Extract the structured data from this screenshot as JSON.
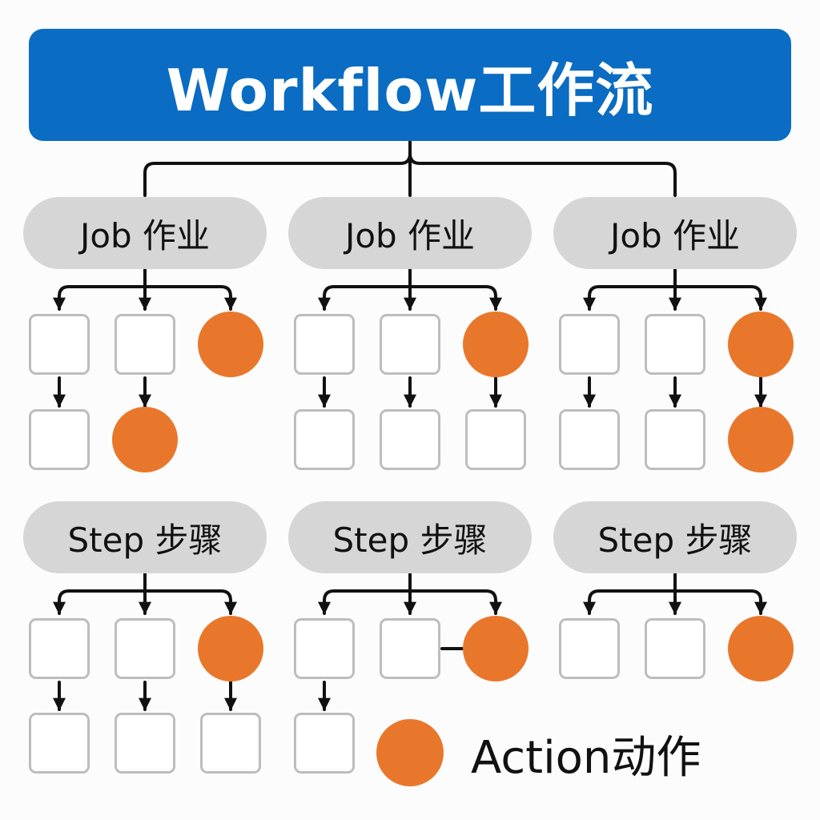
{
  "title": "Workflow工作流",
  "colors": {
    "title_bg": "#0a6cc2",
    "pill_bg": "#d6d6d6",
    "action": "#e9772b",
    "step_border": "#bdbdbd",
    "line": "#111111"
  },
  "jobs": [
    {
      "label": "Job 作业",
      "children": [
        [
          "step",
          "step"
        ],
        [
          "step",
          "action"
        ],
        [
          "action"
        ]
      ]
    },
    {
      "label": "Job 作业",
      "children": [
        [
          "step",
          "step"
        ],
        [
          "step",
          "step"
        ],
        [
          "action",
          "step"
        ]
      ]
    },
    {
      "label": "Job 作业",
      "children": [
        [
          "step",
          "step"
        ],
        [
          "step",
          "step"
        ],
        [
          "action",
          "action"
        ]
      ]
    }
  ],
  "steps": [
    {
      "label": "Step 步骤",
      "children": [
        [
          "step",
          "step"
        ],
        [
          "step",
          "step"
        ],
        [
          "action",
          "step"
        ]
      ]
    },
    {
      "label": "Step 步骤",
      "children": [
        [
          "step",
          "step"
        ],
        [
          "step"
        ],
        [
          "action"
        ]
      ]
    },
    {
      "label": "Step 步骤",
      "children": [
        [
          "step"
        ],
        [
          "step"
        ],
        [
          "action"
        ]
      ]
    }
  ],
  "legend": {
    "label": "Action动作"
  }
}
